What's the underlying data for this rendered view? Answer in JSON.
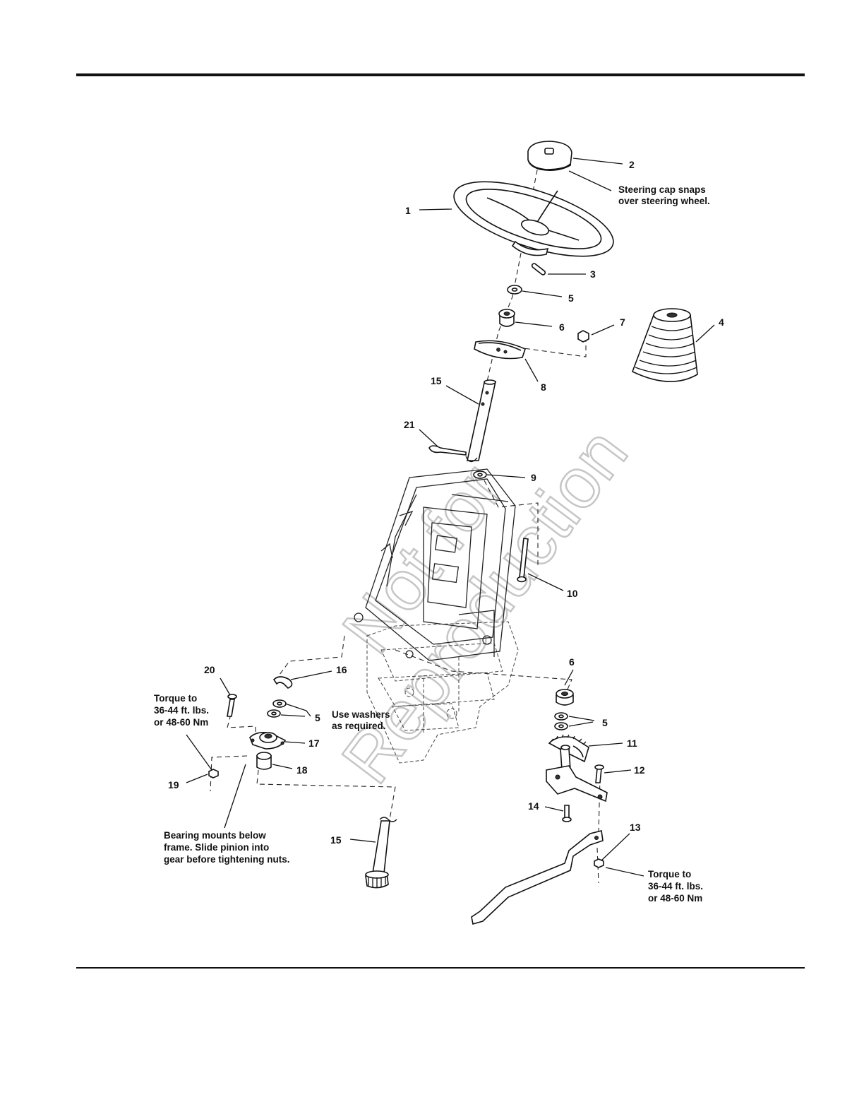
{
  "watermark": {
    "line1": "Not for",
    "line2": "Reproduction"
  },
  "callouts": {
    "c1": "1",
    "c2": "2",
    "c3": "3",
    "c4": "4",
    "c5a": "5",
    "c6a": "6",
    "c7": "7",
    "c8": "8",
    "c15a": "15",
    "c21": "21",
    "c9": "9",
    "c10": "10",
    "c20": "20",
    "c16": "16",
    "c5b": "5",
    "c17": "17",
    "c18": "18",
    "c19": "19",
    "c6b": "6",
    "c5c": "5",
    "c11": "11",
    "c12": "12",
    "c14": "14",
    "c15b": "15",
    "c13": "13"
  },
  "notes": {
    "steering_cap": [
      "Steering cap snaps",
      "over steering wheel."
    ],
    "torque_left": [
      "Torque to",
      "36-44 ft. lbs.",
      "or 48-60 Nm"
    ],
    "washers": [
      "Use washers",
      "as required."
    ],
    "bearing": [
      "Bearing mounts below",
      "frame.  Slide pinion into",
      "gear before tightening nuts."
    ],
    "torque_right": [
      "Torque to",
      "36-44 ft. lbs.",
      "or 48-60 Nm"
    ]
  }
}
